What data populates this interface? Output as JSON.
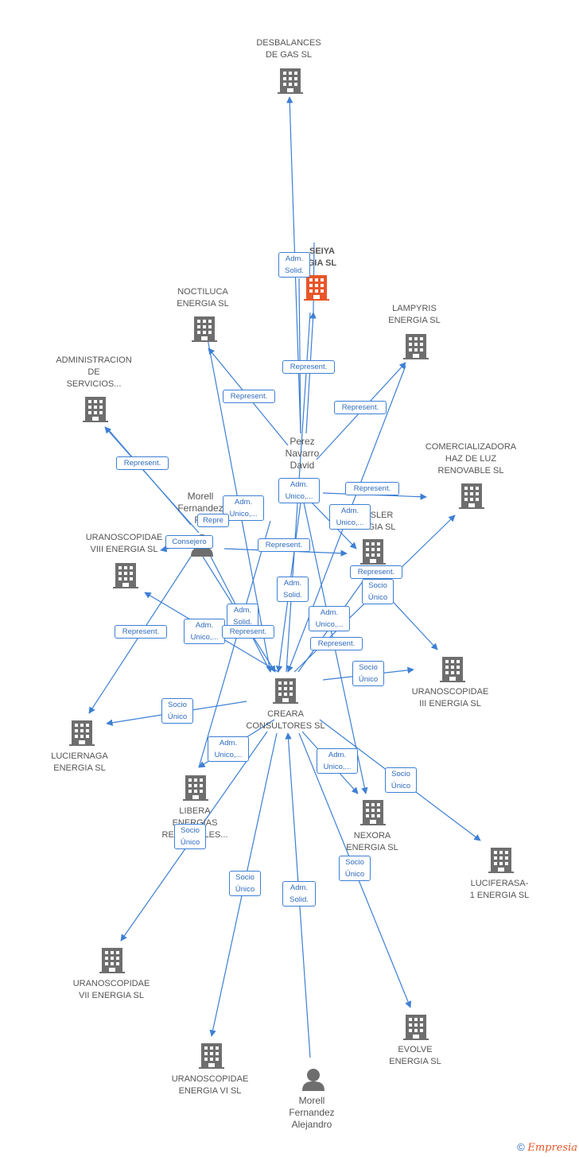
{
  "colors": {
    "edge": "#3d7fd4",
    "building": "#6e6e6e",
    "building_focus": "#e8562a",
    "person": "#6e6e6e"
  },
  "nodes": {
    "desbalances": "DESBALANCES\nDE GAS  SL",
    "seiya": "SEIYA\nGIA  SL",
    "noctiluca": "NOCTILUCA\nENERGIA  SL",
    "lampyris": "LAMPYRIS\nENERGIA  SL",
    "administracion": "ADMINISTRACION\nDE\nSERVICIOS...",
    "comercializadora": "COMERCIALIZADORA\nHAZ DE LUZ\nRENOVABLE  SL",
    "perez": "Perez\nNavarro\nDavid",
    "morell_rod": "Morell\nFernandez\nRo",
    "sler": "SLER\nGIA  SL",
    "uranos_viii": "URANOSCOPIDAE\nVIII ENERGIA  SL",
    "uranos_iii": "URANOSCOPIDAE\nIII ENERGIA  SL",
    "creara": "CREARA\nCONSULTORES SL",
    "luciernaga": "LUCIERNAGA\nENERGIA  SL",
    "libera": "LIBERA\nENERGIAS\nRENOVABLES...",
    "nexora": "NEXORA\nENERGIA  SL",
    "luciferasa": "LUCIFERASA-\n1 ENERGIA  SL",
    "uranos_vii": "URANOSCOPIDAE\nVII ENERGIA  SL",
    "uranos_vi": "URANOSCOPIDAE\nENERGIA VI  SL",
    "evolve": "EVOLVE\nENERGIA  SL",
    "morell_alej": "Morell\nFernandez\nAlejandro"
  },
  "edge_labels": {
    "adm_solid": "Adm.\nSolid.",
    "represent": "Represent.",
    "adm_unico": "Adm.\nUnico,...",
    "consejero": "Consejero",
    "repre": "Repre",
    "socio_unico": "Socio\nÚnico",
    "adm_solid_partial": "Adm.\nSolid."
  },
  "footer": {
    "copyright": "©",
    "brand": "Empresia"
  }
}
